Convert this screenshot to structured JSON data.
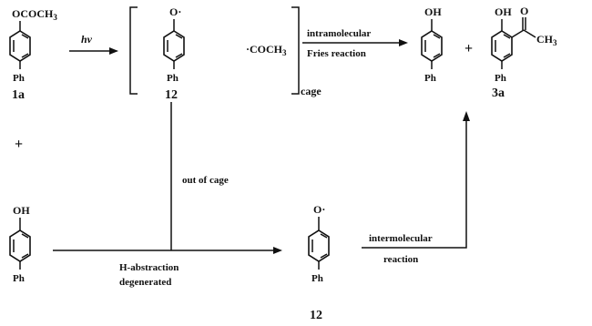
{
  "compound_1a": {
    "substituent_top": "OCOCH",
    "substituent_top_sub": "3",
    "substituent_bottom": "Ph",
    "label": "1a"
  },
  "photolysis_arrow": {
    "label": "hv"
  },
  "cage_intermediate": {
    "radical_top": "O·",
    "radical_bottom": "Ph",
    "ring_label": "12",
    "acyl_radical": "·COCH",
    "acyl_radical_sub": "3",
    "bracket_label": "cage"
  },
  "fries_arrow": {
    "line1": "intramolecular",
    "line2": "Fries reaction"
  },
  "product_phenol": {
    "top": "OH",
    "bottom": "Ph"
  },
  "plus_products": "+",
  "product_3a": {
    "top": "OH",
    "carbonyl_o": "O",
    "methyl": "CH",
    "methyl_sub": "3",
    "bottom": "Ph",
    "label": "3a"
  },
  "plus_reactant": "+",
  "reactant_phenol": {
    "top": "OH",
    "bottom": "Ph"
  },
  "out_of_cage": {
    "label": "out of cage"
  },
  "h_abstraction": {
    "line1": "H-abstraction",
    "line2": "degenerated"
  },
  "free_radical": {
    "top": "O·",
    "bottom": "Ph",
    "label": "12"
  },
  "intermolecular_arrow": {
    "line1": "intermolecular",
    "line2": "reaction"
  }
}
